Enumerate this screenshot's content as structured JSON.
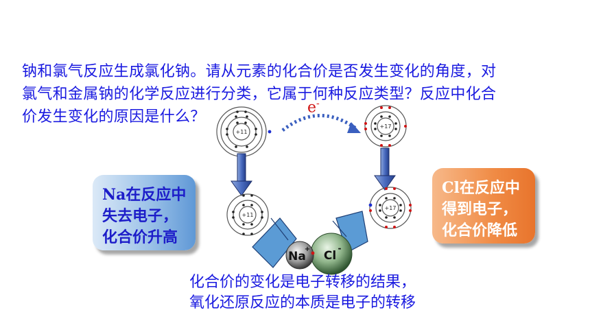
{
  "question": {
    "line1": "钠和氯气反应生成氯化钠。请从元素的化合价是否发生变化的角度，对",
    "line2": "氯气和金属钠的化学反应进行分类，它属于何种反应类型？反应中化合",
    "line3": "价发生变化的原因是什么？"
  },
  "electron": {
    "symbol": "e",
    "charge": "-"
  },
  "atoms": {
    "na_nucleus": "+11",
    "na_ion_nucleus": "+11",
    "cl_nucleus": "+17",
    "cl_ion_nucleus": "+17"
  },
  "ions": {
    "na": "Na",
    "na_charge": "+",
    "cl": "Cl",
    "cl_charge": "-"
  },
  "na_box": {
    "symbol": "Na",
    "line1_rest": "在反应中",
    "line2": "失去电子，",
    "line3": "化合价升高"
  },
  "cl_box": {
    "symbol": "Cl",
    "line1_rest": "在反应中",
    "line2": "得到电子，",
    "line3": "化合价降低"
  },
  "conclusion": {
    "line1": "化合价的变化是电子转移的结果，",
    "line2": "氧化还原反应的本质是电子的转移"
  },
  "colors": {
    "text_blue": "#1a1ae0",
    "electron_red": "#d01414",
    "arrow_blue": "#3a5fbf"
  }
}
